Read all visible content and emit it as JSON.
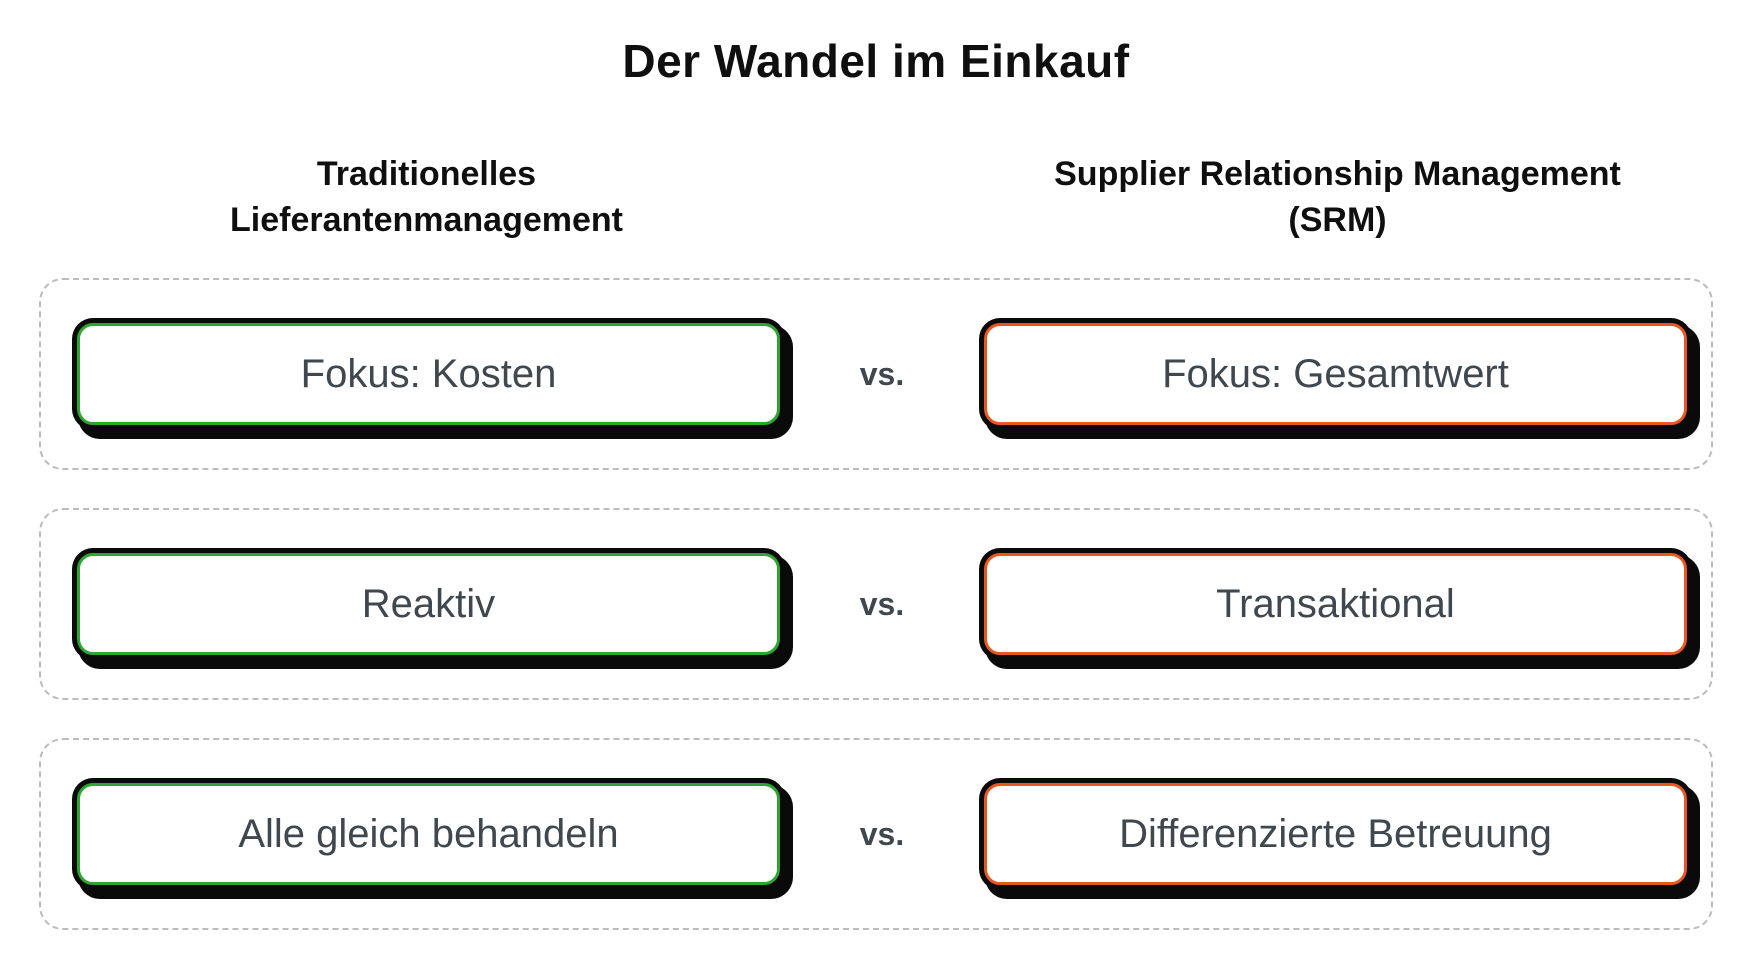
{
  "title": "Der Wandel im Einkauf",
  "columns": {
    "left": {
      "line1": "Traditionelles",
      "line2": "Lieferantenmanagement"
    },
    "right": {
      "line1": "Supplier Relationship Management",
      "line2": "(SRM)"
    }
  },
  "versus_label": "vs.",
  "rows": [
    {
      "left": "Fokus: Kosten",
      "right": "Fokus: Gesamtwert"
    },
    {
      "left": "Reaktiv",
      "right": "Transaktional"
    },
    {
      "left": "Alle gleich behandeln",
      "right": "Differenzierte Betreuung"
    }
  ],
  "colors": {
    "left_box_border": "#2BA62E",
    "right_box_border": "#E8571D",
    "box_outline": "#0a0a0a",
    "row_dashed_border": "#bcbcbc",
    "box_text": "#3f474f",
    "heading_text": "#0f0f0f"
  }
}
